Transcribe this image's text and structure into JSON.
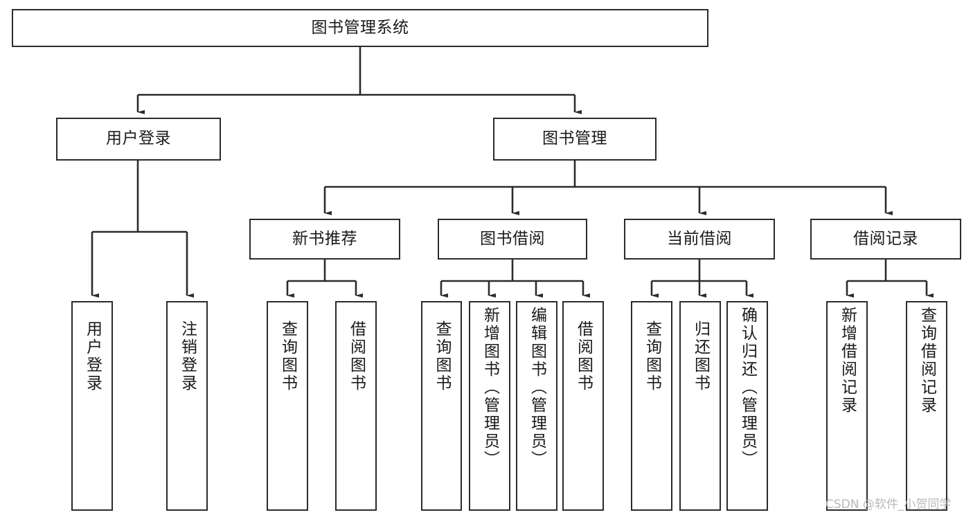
{
  "diagram": {
    "title": "图书管理系统",
    "type": "tree-hierarchy",
    "watermark": "CSDN @软件_小贺同学",
    "colors": {
      "stroke": "#2b2b2b",
      "fill": "#ffffff",
      "text": "#1a1a1a",
      "watermark": "#b9b9b9"
    },
    "nodes": {
      "root": {
        "label": "图书管理系统",
        "level": 0,
        "orientation": "horizontal"
      },
      "l1": [
        {
          "id": "user-login",
          "label": "用户登录",
          "level": 1,
          "orientation": "horizontal"
        },
        {
          "id": "book-manage",
          "label": "图书管理",
          "level": 1,
          "orientation": "horizontal"
        }
      ],
      "l2": [
        {
          "id": "new-book-rec",
          "label": "新书推荐",
          "level": 2,
          "orientation": "horizontal",
          "parent": "book-manage"
        },
        {
          "id": "book-borrow",
          "label": "图书借阅",
          "level": 2,
          "orientation": "horizontal",
          "parent": "book-manage"
        },
        {
          "id": "current-borrow",
          "label": "当前借阅",
          "level": 2,
          "orientation": "horizontal",
          "parent": "book-manage"
        },
        {
          "id": "borrow-record",
          "label": "借阅记录",
          "level": 2,
          "orientation": "horizontal",
          "parent": "book-manage"
        }
      ],
      "leaves": [
        {
          "id": "leaf-user-login",
          "label": "用户登录",
          "parent": "user-login"
        },
        {
          "id": "leaf-user-logout",
          "label": "注销登录",
          "parent": "user-login"
        },
        {
          "id": "leaf-rec-query",
          "label": "查询图书",
          "parent": "new-book-rec"
        },
        {
          "id": "leaf-rec-borrow",
          "label": "借阅图书",
          "parent": "new-book-rec"
        },
        {
          "id": "leaf-borrow-query",
          "label": "查询图书",
          "parent": "book-borrow"
        },
        {
          "id": "leaf-borrow-add",
          "label": "新增图书（管理员）",
          "parent": "book-borrow"
        },
        {
          "id": "leaf-borrow-edit",
          "label": "编辑图书（管理员）",
          "parent": "book-borrow"
        },
        {
          "id": "leaf-borrow-do",
          "label": "借阅图书",
          "parent": "book-borrow"
        },
        {
          "id": "leaf-current-query",
          "label": "查询图书",
          "parent": "current-borrow"
        },
        {
          "id": "leaf-current-return",
          "label": "归还图书",
          "parent": "current-borrow"
        },
        {
          "id": "leaf-current-confirm",
          "label": "确认归还（管理员）",
          "parent": "current-borrow"
        },
        {
          "id": "leaf-record-add",
          "label": "新增借阅记录",
          "parent": "borrow-record"
        },
        {
          "id": "leaf-record-query",
          "label": "查询借阅记录",
          "parent": "borrow-record"
        }
      ]
    }
  }
}
